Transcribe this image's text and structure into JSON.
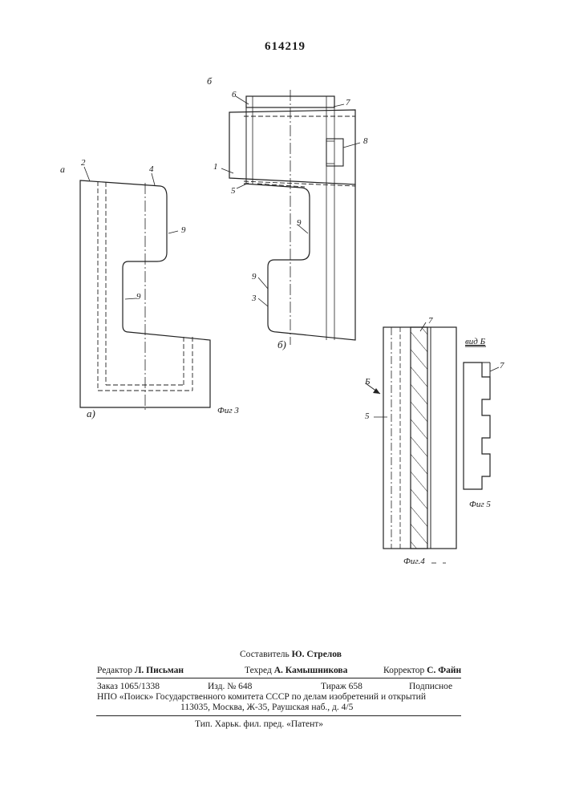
{
  "patent_number": "614219",
  "figures": {
    "fig3": {
      "caption": "Фиг 3",
      "sub_a_top": "а",
      "sub_a_bottom": "а)",
      "labels": {
        "l2": "2",
        "l4": "4",
        "l9a": "9",
        "l9b": "9"
      }
    },
    "fig3b": {
      "sub_b_top": "б",
      "sub_b_bottom": "б)",
      "labels": {
        "l6": "6",
        "l7": "7",
        "l8": "8",
        "l1": "1",
        "l5": "5",
        "l9a": "9",
        "l9b": "9",
        "l3": "3"
      }
    },
    "fig4": {
      "caption": "Фиг.4",
      "arrow_label": "Б",
      "labels": {
        "l7": "7",
        "l5": "5"
      }
    },
    "fig5": {
      "caption": "Фиг 5",
      "view_label": "вид Б",
      "labels": {
        "l7": "7"
      }
    }
  },
  "imprint": {
    "compiler_role": "Составитель",
    "compiler_name": "Ю. Стрелов",
    "editor_role": "Редактор",
    "editor_name": "Л. Письман",
    "techred_role": "Техред",
    "techred_name": "А. Камышникова",
    "corrector_role": "Корректор",
    "corrector_name": "С. Файн",
    "order": "Заказ 1065/1338",
    "izd": "Изд. № 648",
    "tirazh": "Тираж 658",
    "podpisnoe": "Подписное",
    "org_line": "НПО «Поиск» Государственного комитета СССР по делам изобретений и открытий",
    "address": "113035, Москва, Ж-35, Раушская наб., д. 4/5",
    "printer": "Тип. Харьк. фил. пред. «Патент»"
  }
}
